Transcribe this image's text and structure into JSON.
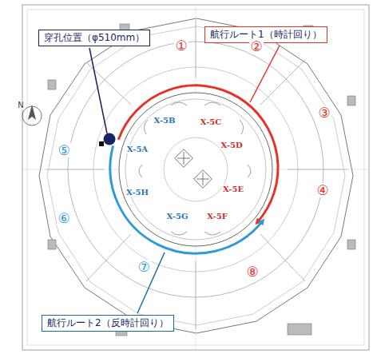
{
  "diagram": {
    "nodes": [
      {
        "text": [
          "穿孔位置（φ510mm）"
        ]
      },
      {
        "text": [
          "航行ルート1（時計回り）"
        ]
      },
      {
        "text": [
          "航行ルート2（反時計回り）"
        ]
      }
    ],
    "labels": [
      "①",
      "②",
      "③",
      "④",
      "⑤",
      "⑥",
      "⑦",
      "⑧",
      "N",
      "X-5B",
      "X-5C",
      "X-5D",
      "X-5A",
      "X-5E",
      "X-5H",
      "X-5G",
      "X-5F"
    ]
  }
}
